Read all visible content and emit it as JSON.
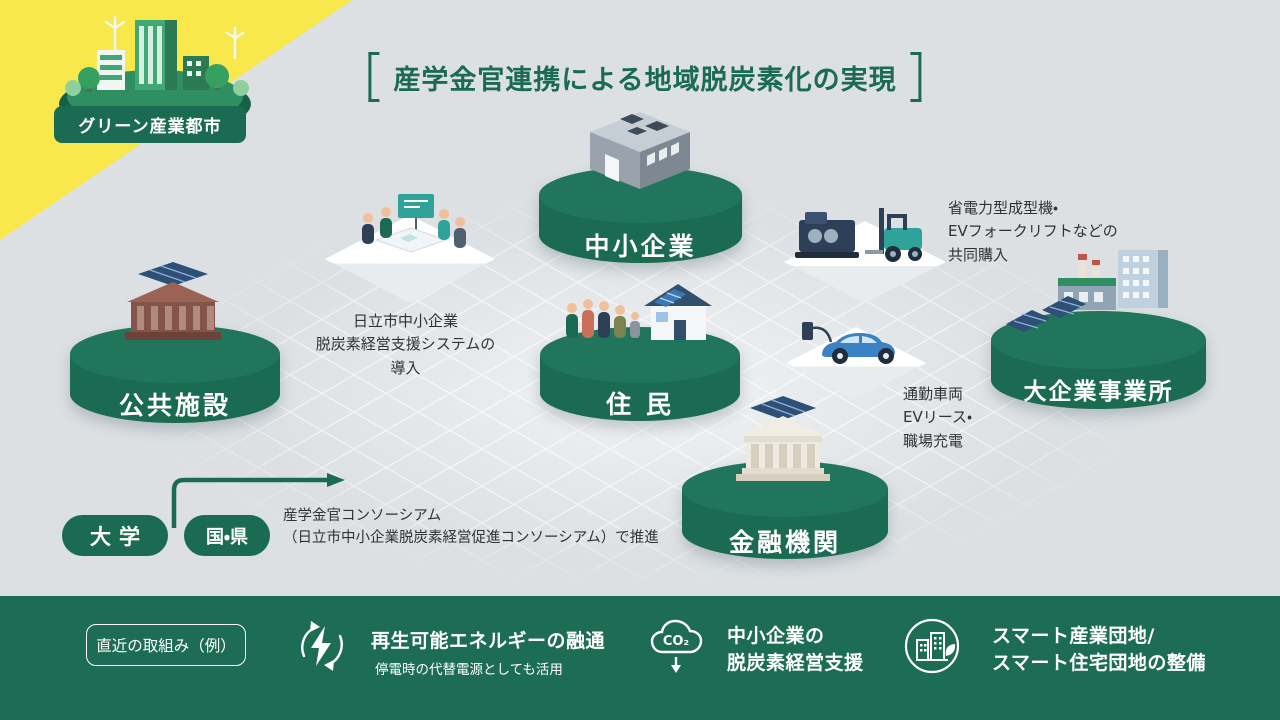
{
  "badge": {
    "label": "グリーン産業都市",
    "icon": "green-city-icon"
  },
  "header": {
    "title": "産学金官連携による地域脱炭素化の実現"
  },
  "platforms": {
    "sme": {
      "label": "中小企業",
      "icon": "factory-icon"
    },
    "public_facility": {
      "label": "公共施設",
      "icon": "civic-building-icon"
    },
    "residents": {
      "label": "住 民",
      "icon": "house-people-icon"
    },
    "financial_institution": {
      "label": "金融機関",
      "icon": "bank-icon"
    },
    "large_enterprise": {
      "label": "大企業事業所",
      "icon": "industrial-site-icon"
    }
  },
  "tiles": {
    "meeting": {
      "icon": "consortium-meeting-icon"
    },
    "machinery": {
      "icon": "machinery-forklift-icon"
    },
    "ev": {
      "icon": "ev-car-icon"
    }
  },
  "notes": {
    "support_system": "日立市中小企業\n脱炭素経営支援システムの\n導入",
    "joint_purchase": "省電力型成型機・\nEVフォークリフトなどの\n共同購入",
    "ev_commute": "通勤車両\nEVリース・\n職場充電",
    "consortium": "産学金官コンソーシアム\n（日立市中小企業脱炭素経営促進コンソーシアム）で推進"
  },
  "actors": {
    "university": {
      "label": "大学"
    },
    "government": {
      "label": "国・県"
    }
  },
  "footer": {
    "box_label": "直近の取組み（例）",
    "co2_text": "CO₂",
    "items": [
      {
        "icon": "renewable-energy-icon",
        "title": "再生可能エネルギーの融通",
        "subtitle": "停電時の代替電源としても活用"
      },
      {
        "icon": "co2-reduction-icon",
        "title": "中小企業の\n脱炭素経営支援"
      },
      {
        "icon": "smart-district-icon",
        "title": "スマート産業団地/\nスマート住宅団地の整備"
      }
    ]
  },
  "colors": {
    "primary_green": "#1B6B53",
    "accent_yellow": "#F8E84B",
    "background_gray": "#DCE0E3"
  }
}
